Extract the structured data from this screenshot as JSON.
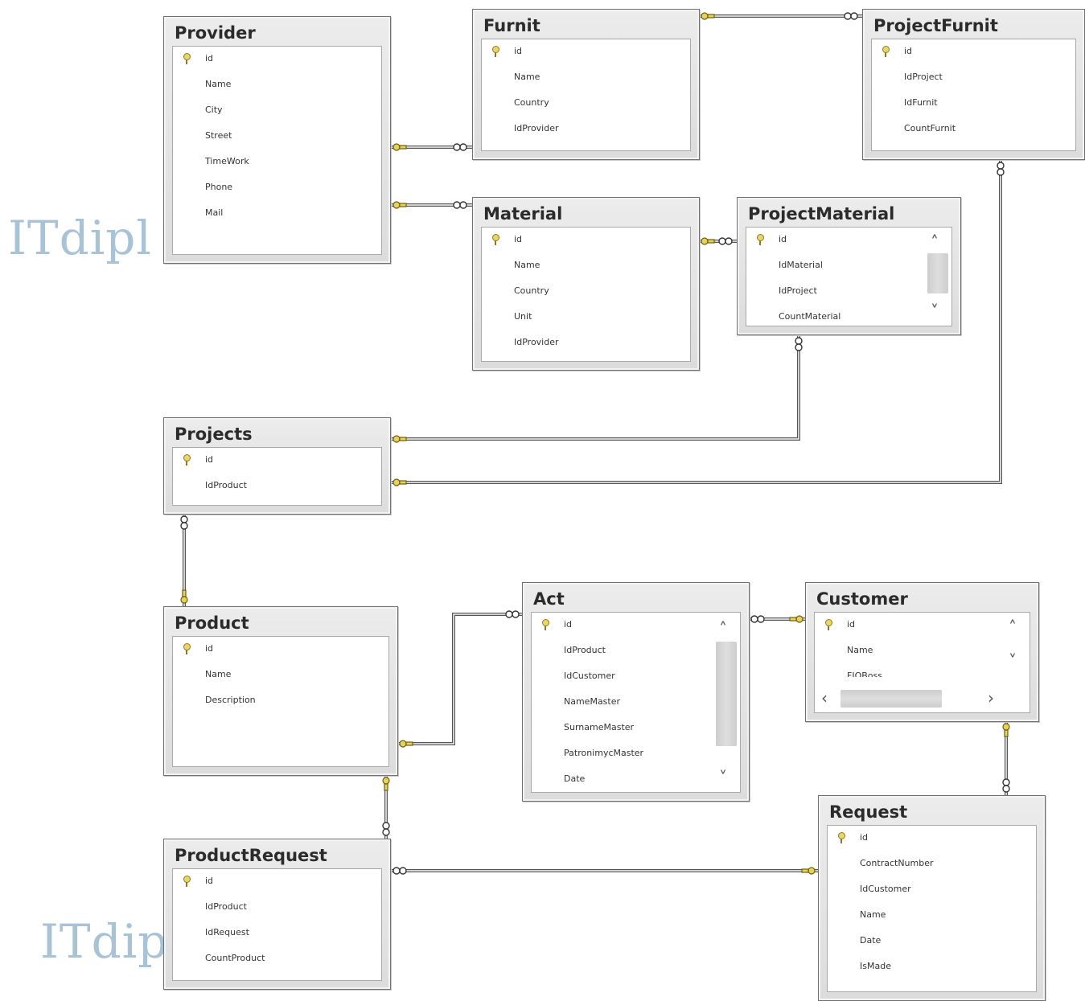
{
  "watermarks": [
    "ITdipl",
    "ITdip"
  ],
  "tables": [
    {
      "id": "provider",
      "name": "Provider",
      "fields": [
        "id",
        "Name",
        "City",
        "Street",
        "TimeWork",
        "Phone",
        "Mail"
      ]
    },
    {
      "id": "furnit",
      "name": "Furnit",
      "fields": [
        "id",
        "Name",
        "Country",
        "IdProvider"
      ]
    },
    {
      "id": "projectfurnit",
      "name": "ProjectFurnit",
      "fields": [
        "id",
        "IdProject",
        "IdFurnit",
        "CountFurnit"
      ]
    },
    {
      "id": "material",
      "name": "Material",
      "fields": [
        "id",
        "Name",
        "Country",
        "Unit",
        "IdProvider"
      ]
    },
    {
      "id": "projectmaterial",
      "name": "ProjectMaterial",
      "fields": [
        "id",
        "IdMaterial",
        "IdProject",
        "CountMaterial"
      ]
    },
    {
      "id": "projects",
      "name": "Projects",
      "fields": [
        "id",
        "IdProduct"
      ]
    },
    {
      "id": "product",
      "name": "Product",
      "fields": [
        "id",
        "Name",
        "Description"
      ]
    },
    {
      "id": "act",
      "name": "Act",
      "fields": [
        "id",
        "IdProduct",
        "IdCustomer",
        "NameMaster",
        "SurnameMaster",
        "PatronimycMaster",
        "Date"
      ]
    },
    {
      "id": "customer",
      "name": "Customer",
      "fields": [
        "id",
        "Name",
        "FIOBoss"
      ]
    },
    {
      "id": "productrequest",
      "name": "ProductRequest",
      "fields": [
        "id",
        "IdProduct",
        "IdRequest",
        "CountProduct"
      ]
    },
    {
      "id": "request",
      "name": "Request",
      "fields": [
        "id",
        "ContractNumber",
        "IdCustomer",
        "Name",
        "Date",
        "IsMade"
      ]
    }
  ]
}
